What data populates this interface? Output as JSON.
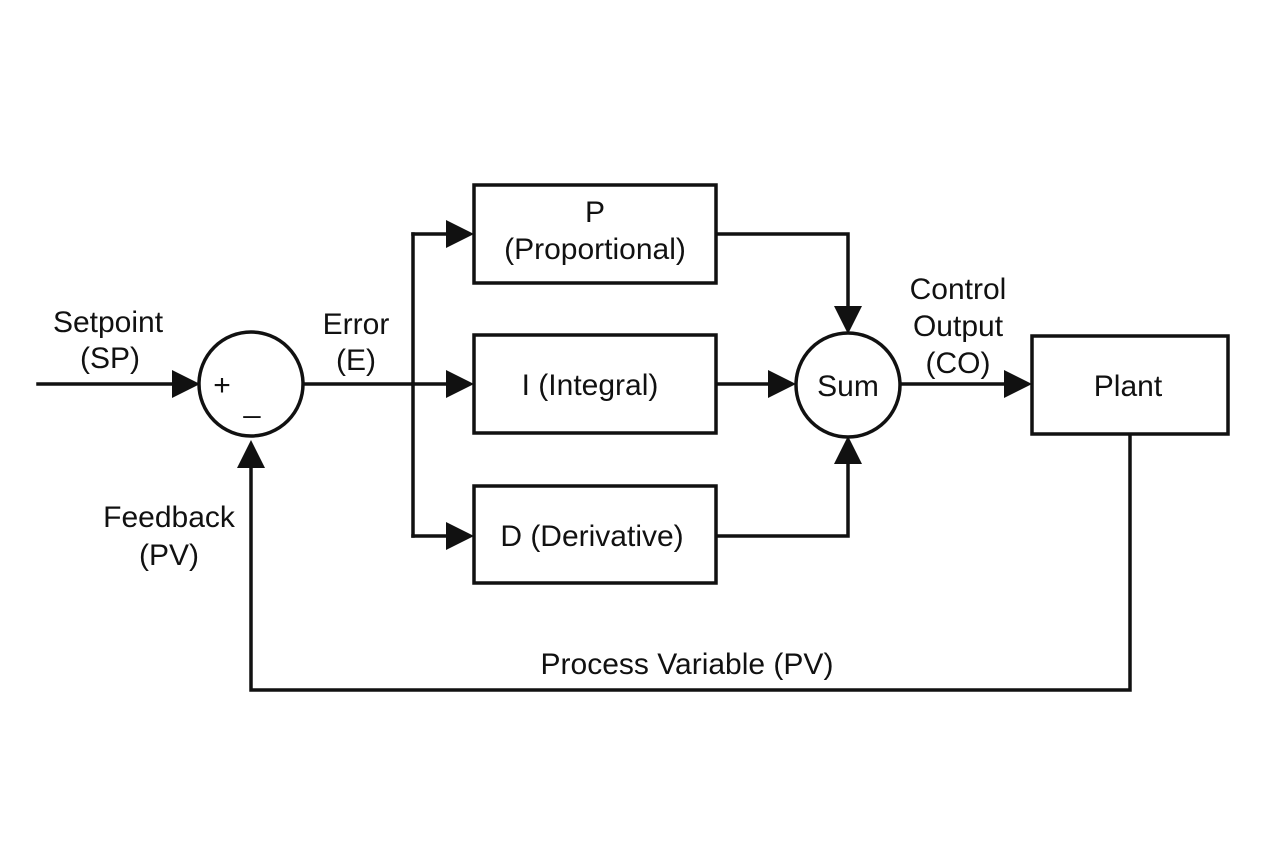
{
  "labels": {
    "setpoint": "Setpoint",
    "setpoint_abbr": "(SP)",
    "error": "Error",
    "error_abbr": "(E)",
    "feedback": "Feedback",
    "feedback_abbr": "(PV)",
    "control_output_line1": "Control",
    "control_output_line2": "Output",
    "control_output_abbr": "(CO)",
    "process_variable": "Process Variable (PV)"
  },
  "blocks": {
    "p_line1": "P",
    "p_line2": "(Proportional)",
    "i": "I (Integral)",
    "d": "D (Derivative)",
    "sum": "Sum",
    "plant": "Plant"
  },
  "summing_junction": {
    "plus": "+",
    "minus": "_"
  }
}
